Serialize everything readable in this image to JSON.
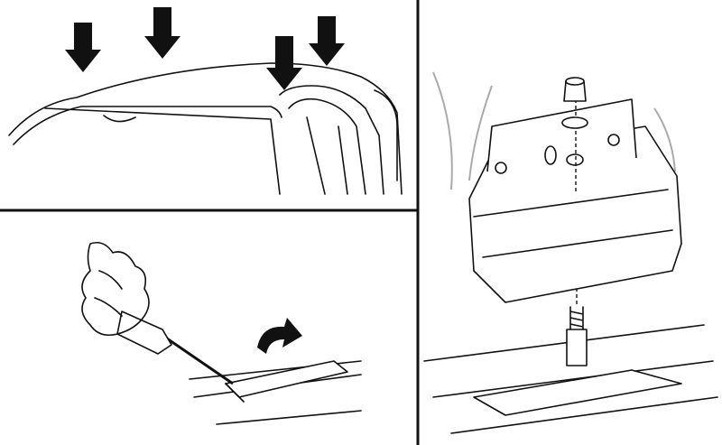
{
  "colors": {
    "line": "#111111",
    "background": "#ffffff",
    "accent_grey": "#aaaaaa"
  },
  "panels": [
    {
      "id": "roof",
      "icons": [
        "down-arrow-icon",
        "down-arrow-icon",
        "down-arrow-icon",
        "down-arrow-icon"
      ]
    },
    {
      "id": "cover-removal",
      "icons": [
        "curved-arrow-icon",
        "screwdriver-icon"
      ]
    },
    {
      "id": "foot-assembly",
      "icons": [
        "nut-icon",
        "washer-icon",
        "bolt-icon"
      ]
    }
  ]
}
